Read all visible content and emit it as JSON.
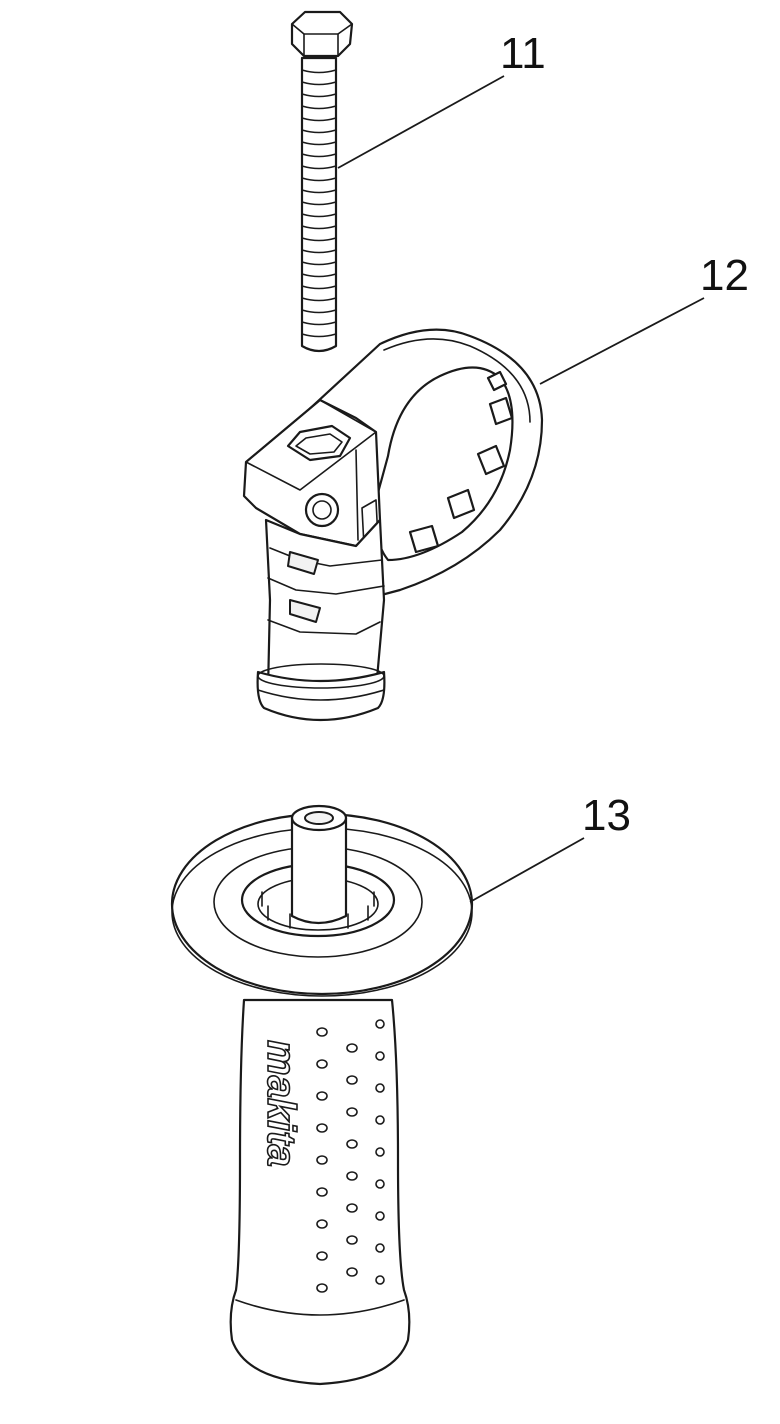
{
  "diagram": {
    "callouts": [
      {
        "id": "11",
        "label": "11",
        "part": "bolt"
      },
      {
        "id": "12",
        "label": "12",
        "part": "clamp"
      },
      {
        "id": "13",
        "label": "13",
        "part": "side-grip"
      }
    ],
    "grip_logo": "makita"
  }
}
